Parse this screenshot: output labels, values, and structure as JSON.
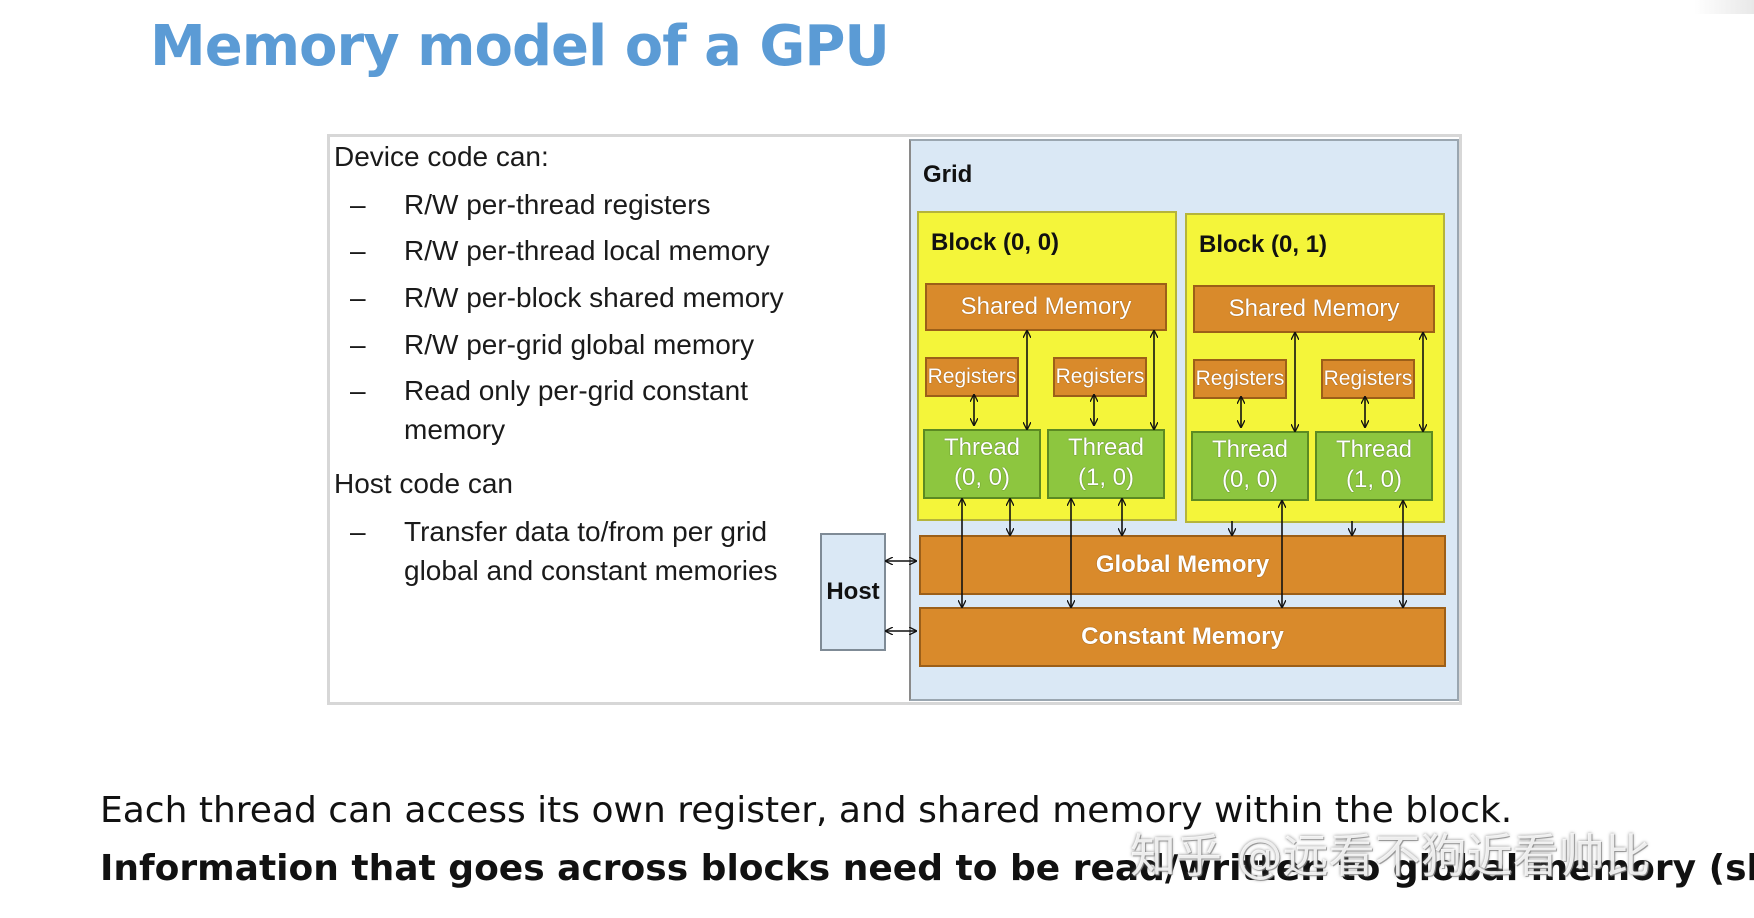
{
  "slide": {
    "title": "Memory model of a GPU",
    "caption_line1": "Each thread can access its own register, and shared memory within the block.",
    "caption_line2": "Information that goes across blocks need to be read/written to global memory (slow)",
    "watermark": "知乎 @远看不狗近看帅比"
  },
  "figure": {
    "device_heading": "Device code can:",
    "device_items": [
      "R/W per-thread registers",
      "R/W per-thread local memory",
      "R/W per-block shared memory",
      "R/W per-grid global memory",
      "Read only per-grid constant",
      "memory"
    ],
    "host_heading": "Host code can",
    "host_items": [
      "Transfer data to/from per grid",
      "global and constant memories"
    ],
    "dash": "–",
    "grid": {
      "label": "Grid",
      "blocks": [
        {
          "label": "Block (0, 0)",
          "shared": "Shared Memory",
          "registers": [
            "Registers",
            "Registers"
          ],
          "threads": [
            {
              "line1": "Thread",
              "line2": "(0, 0)"
            },
            {
              "line1": "Thread",
              "line2": "(1, 0)"
            }
          ]
        },
        {
          "label": "Block (0, 1)",
          "shared": "Shared Memory",
          "registers": [
            "Registers",
            "Registers"
          ],
          "threads": [
            {
              "line1": "Thread",
              "line2": "(0, 0)"
            },
            {
              "line1": "Thread",
              "line2": "(1, 0)"
            }
          ]
        }
      ],
      "global_memory": "Global Memory",
      "constant_memory": "Constant Memory",
      "host": "Host"
    },
    "colors": {
      "title": "#5b9bd5",
      "grid_bg": "#dae8f5",
      "block_bg": "#f4f53a",
      "memory": "#d98a2b",
      "thread": "#8dc63f"
    }
  }
}
